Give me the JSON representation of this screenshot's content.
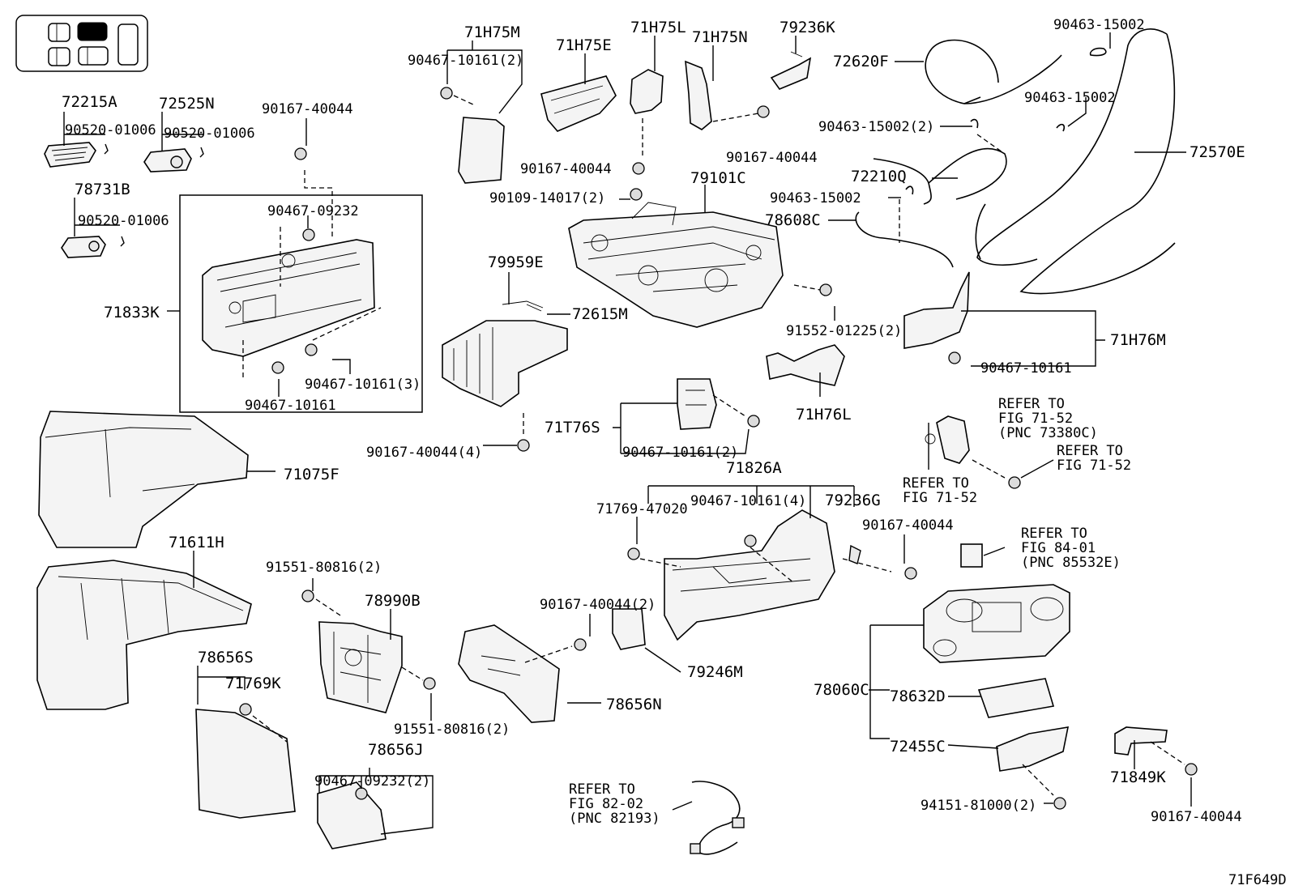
{
  "figure_id": "71F649D",
  "labels": {
    "p71H75M": "71H75M",
    "p71H75E": "71H75E",
    "p71H75L": "71H75L",
    "p71H75N": "71H75N",
    "p79236K": "79236K",
    "p90463_15002_a": "90463-15002",
    "p72620F": "72620F",
    "p90463_15002_b": "90463-15002",
    "p90463_15002_2": "90463-15002(2)",
    "p72570E": "72570E",
    "p90467_10161_2_top": "90467-10161(2)",
    "p72215A": "72215A",
    "p72525N": "72525N",
    "p90520_01006_a": "90520-01006",
    "p90520_01006_b": "90520-01006",
    "p90167_40044_a": "90167-40044",
    "p90167_40044_b": "90167-40044",
    "p90167_40044_c": "90167-40044",
    "p72210Q": "72210Q",
    "p79101C": "79101C",
    "p90109_14017_2": "90109-14017(2)",
    "p90463_15002_c": "90463-15002",
    "p78731B": "78731B",
    "p90520_01006_c": "90520-01006",
    "p90467_09232": "90467-09232",
    "p78608C": "78608C",
    "p79959E": "79959E",
    "p72615M": "72615M",
    "p71833K": "71833K",
    "p91552_01225_2": "91552-01225(2)",
    "p71H76M": "71H76M",
    "p90467_10161_3": "90467-10161(3)",
    "p90467_10161_a": "90467-10161",
    "p90467_10161_b": "90467-10161",
    "p71H76L": "71H76L",
    "p71T76S": "71T76S",
    "p90467_10161_2_mid": "90467-10161(2)",
    "p90167_40044_4": "90167-40044(4)",
    "p71075F": "71075F",
    "p71826A": "71826A",
    "p71769_47020": "71769-47020",
    "p90467_10161_4": "90467-10161(4)",
    "p79236G": "79236G",
    "p90167_40044_d": "90167-40044",
    "p71611H": "71611H",
    "p91551_80816_2_a": "91551-80816(2)",
    "p78990B": "78990B",
    "p90167_40044_2": "90167-40044(2)",
    "p79246M": "79246M",
    "p78656S": "78656S",
    "p71769K": "71769K",
    "p78656N": "78656N",
    "p78060C": "78060C",
    "p78632D": "78632D",
    "p91551_80816_2_b": "91551-80816(2)",
    "p78656J": "78656J",
    "p90467_09232_2": "90467-09232(2)",
    "p72455C": "72455C",
    "p71849K": "71849K",
    "p94151_81000_2": "94151-81000(2)",
    "p90167_40044_e": "90167-40044"
  },
  "refs": {
    "ref1": [
      "REFER TO",
      "FIG 71-52",
      "(PNC 73380C)"
    ],
    "ref2": [
      "REFER TO",
      "FIG 71-52"
    ],
    "ref3": [
      "REFER TO",
      "FIG 71-52"
    ],
    "ref4": [
      "REFER TO",
      "FIG 84-01",
      "(PNC 85532E)"
    ],
    "ref5": [
      "REFER TO",
      "FIG 82-02",
      "(PNC 82193)"
    ]
  }
}
